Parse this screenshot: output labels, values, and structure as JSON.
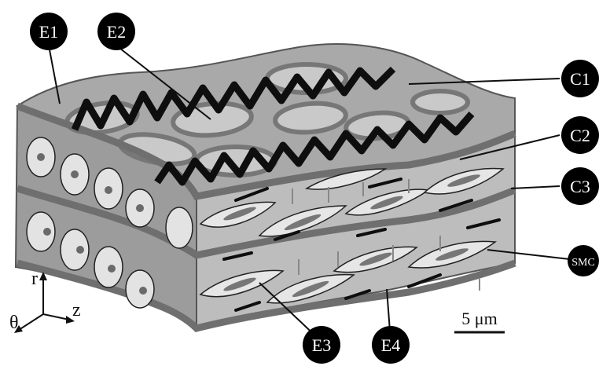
{
  "labels": {
    "e1": "E1",
    "e2": "E2",
    "e3": "E3",
    "e4": "E4",
    "c1": "C1",
    "c2": "C2",
    "c3": "C3",
    "smc": "SMC"
  },
  "axes": {
    "r": "r",
    "theta": "θ",
    "z": "z"
  },
  "scale_bar": {
    "label": "5 μm"
  },
  "colors": {
    "callout_fill": "#000000",
    "callout_text": "#ffffff",
    "surface_gray": "#a9a9a9",
    "band_gray": "#6f6f6f",
    "cell_light": "#e3e3e3",
    "nucleus": "#6a6a6a",
    "fiber_black": "#0e0e0e"
  }
}
